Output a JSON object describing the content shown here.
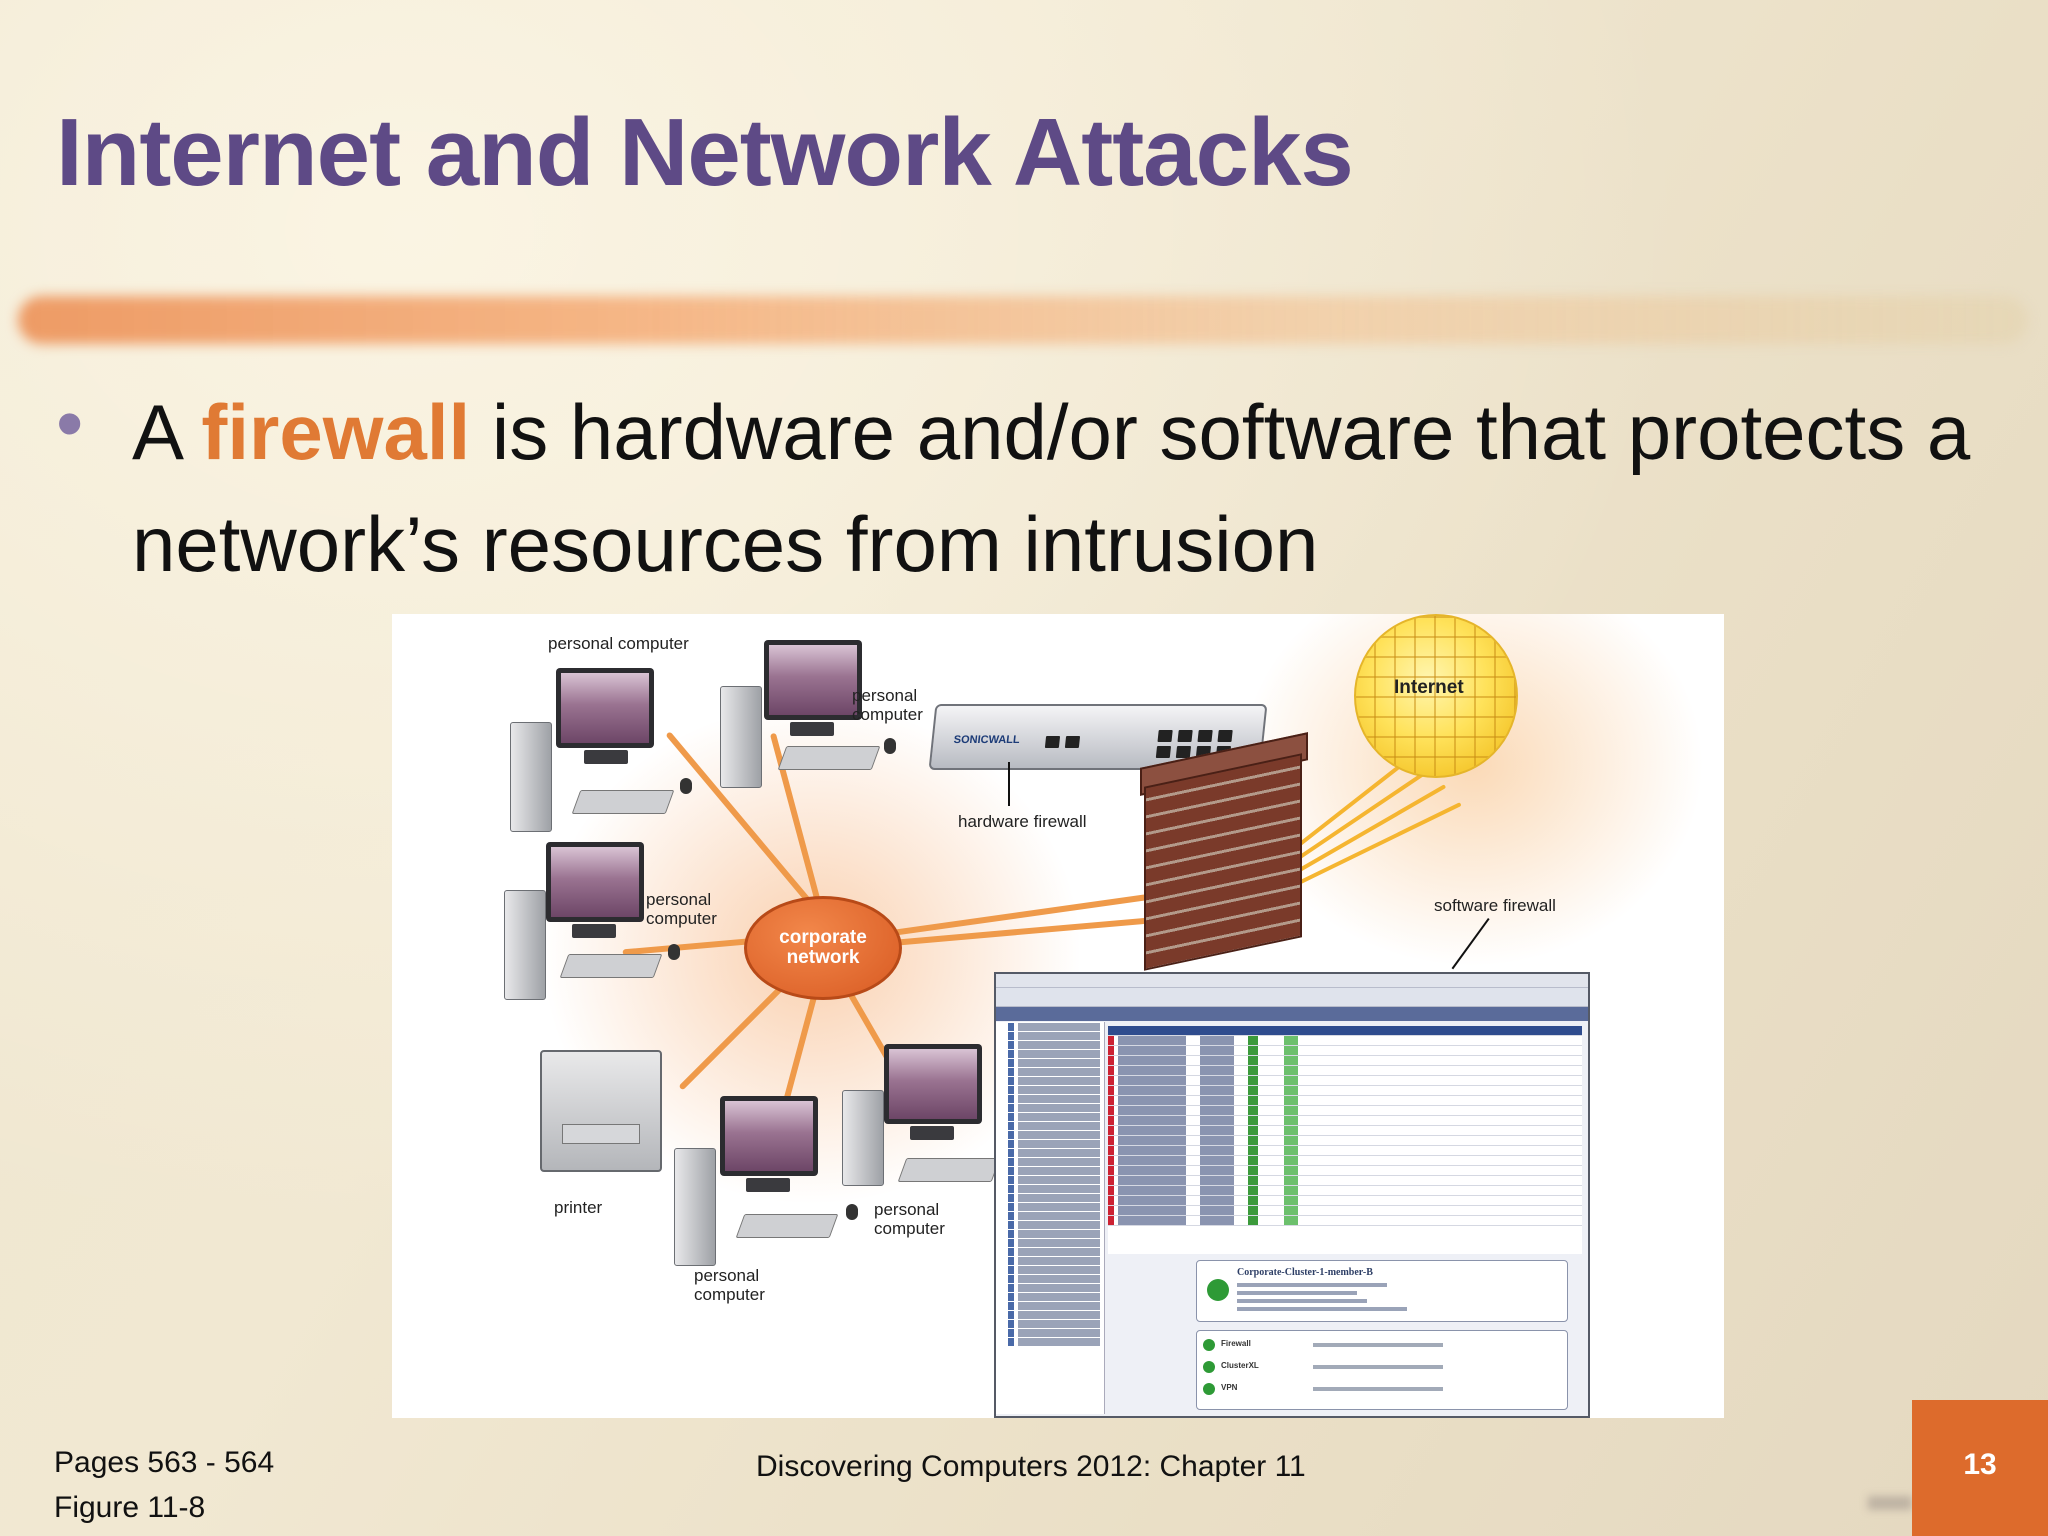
{
  "slide": {
    "title": "Internet and Network Attacks",
    "bullet": {
      "prefix": "A ",
      "term": "firewall",
      "text": " is hardware and/or software that protects a network’s resources from intrusion"
    },
    "colors": {
      "title": "#5e4a86",
      "highlight": "#e07a34",
      "page_box": "#dd6b2c"
    }
  },
  "figure": {
    "labels": {
      "pc_top_left": "personal computer",
      "pc_top_right": "personal\ncomputer",
      "pc_mid_left": "personal\ncomputer",
      "pc_bottom_right": "personal\ncomputer",
      "pc_bottom_center": "personal\ncomputer",
      "printer": "printer",
      "corporate_network": "corporate\nnetwork",
      "hardware_firewall": "hardware firewall",
      "software_firewall": "software firewall",
      "internet": "Internet"
    },
    "device_brand": "SONICWALL"
  },
  "footer": {
    "pages": "Pages 563 - 564",
    "figure": "Figure 11-8",
    "center": "Discovering Computers 2012: Chapter 11",
    "page_number": "13"
  }
}
